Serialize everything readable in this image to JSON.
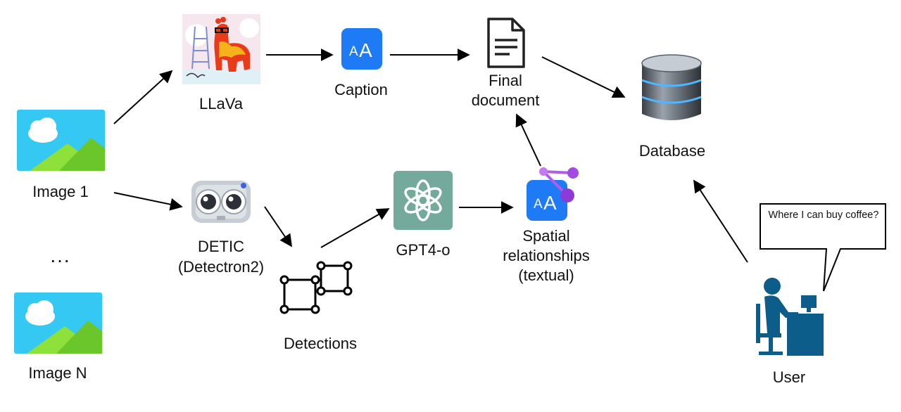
{
  "nodes": {
    "image1": "Image 1",
    "ellipsis": "...",
    "imageN": "Image N",
    "llava": "LLaVa",
    "detic_line1": "DETIC",
    "detic_line2": "(Detectron2)",
    "caption": "Caption",
    "detections": "Detections",
    "gpt": "GPT4-o",
    "spatial_line1": "Spatial",
    "spatial_line2": "relationships",
    "spatial_line3": "(textual)",
    "final_line1": "Final",
    "final_line2": "document",
    "database": "Database",
    "user": "User",
    "user_query": "Where I can buy coffee?"
  },
  "icons": {
    "image_placeholder": "image-icon",
    "llava_logo": "llava-logo-icon",
    "detic_logo": "robot-eyes-icon",
    "caption_icon": "text-size-icon",
    "detections_icon": "bounding-boxes-icon",
    "gpt_logo": "openai-logo-icon",
    "spatial_icon": "text-relations-icon",
    "document_icon": "document-icon",
    "database_icon": "database-icon",
    "user_icon": "user-at-desk-icon"
  },
  "colors": {
    "arrow": "#000000",
    "image_sky": "#35c8f2",
    "image_hill": "#8ee03a",
    "caption_blue": "#1e7bf5",
    "gpt_green": "#74aa9c",
    "user_blue": "#0d5d8a",
    "spatial_purple": "#a24be4"
  }
}
